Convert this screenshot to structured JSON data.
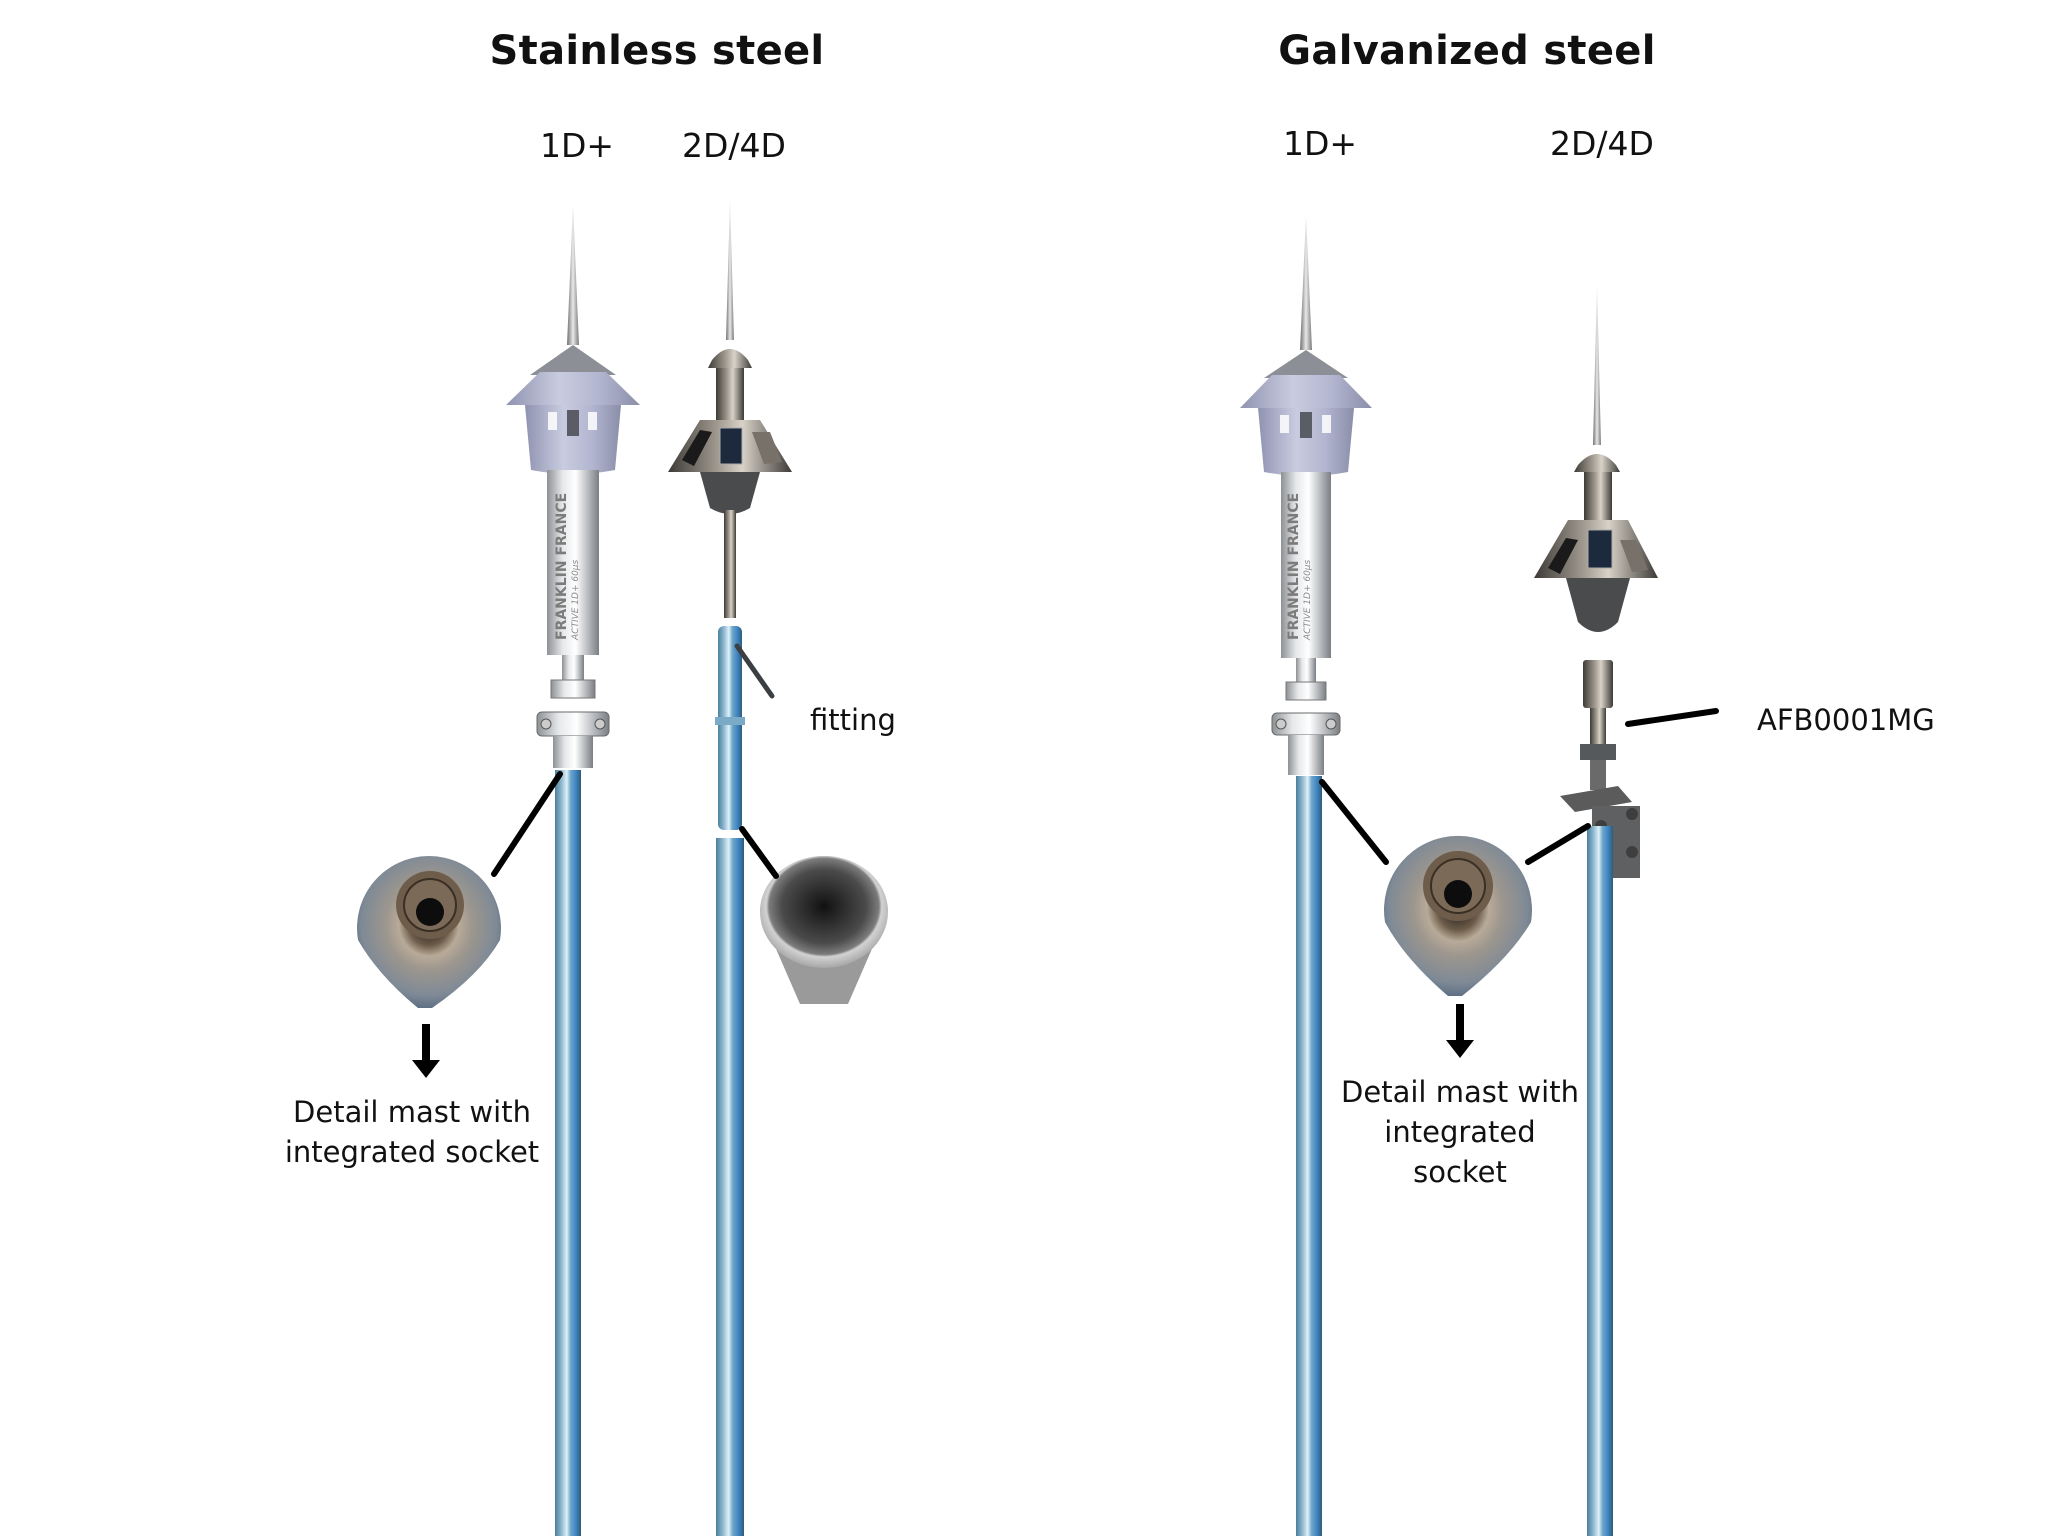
{
  "sections": [
    {
      "title": "Stainless steel",
      "variants": [
        {
          "label": "1D+",
          "head_style": "grey-cap",
          "brand_text": "FRANKLIN FRANCE",
          "model_text": "ACTIVE 1D+ 60µs"
        },
        {
          "label": "2D/4D",
          "head_style": "solar-panel"
        }
      ],
      "callouts": [
        {
          "text": "fitting"
        },
        {
          "text_lines": [
            "Detail mast with",
            "integrated socket"
          ]
        }
      ]
    },
    {
      "title": "Galvanized steel",
      "variants": [
        {
          "label": "1D+",
          "head_style": "grey-cap",
          "brand_text": "FRANKLIN FRANCE",
          "model_text": "ACTIVE 1D+ 60µs"
        },
        {
          "label": "2D/4D",
          "head_style": "solar-panel"
        }
      ],
      "callouts": [
        {
          "text": "AFB0001MG"
        },
        {
          "text_lines": [
            "Detail mast with",
            "integrated",
            "socket"
          ]
        }
      ]
    }
  ],
  "icons": {
    "arrow": "arrow-down-icon"
  },
  "colors": {
    "background": "#ffffff",
    "text": "#111111",
    "mast_blue": "#5a8fb0",
    "mast_highlight": "#bfe3f5",
    "cap_grey": "#a7abc6",
    "steel": "#b9bcc0",
    "dark_steel": "#4a4a4a",
    "leader_line": "#111111"
  }
}
